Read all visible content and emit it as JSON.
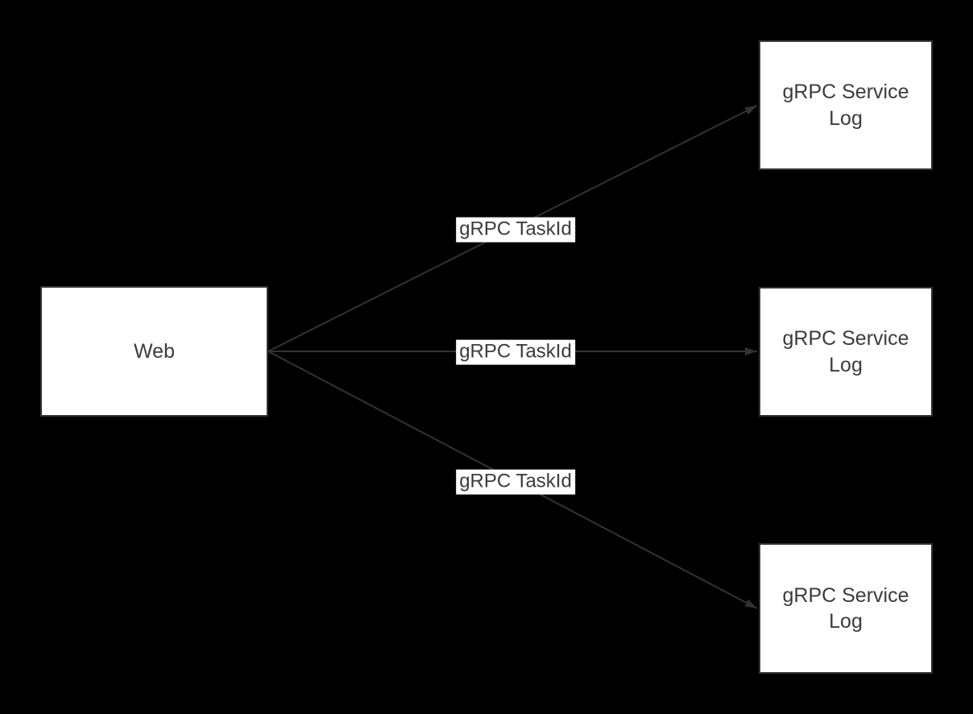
{
  "diagram": {
    "colors": {
      "background": "#000000",
      "node_fill": "#ffffff",
      "stroke": "#333333",
      "text": "#3c3c3c"
    },
    "nodes": {
      "web": {
        "label": "Web"
      },
      "service1": {
        "label": "gRPC Service Log"
      },
      "service2": {
        "label": "gRPC Service Log"
      },
      "service3": {
        "label": "gRPC Service Log"
      }
    },
    "edges": {
      "web_to_service1": {
        "label": "gRPC TaskId"
      },
      "web_to_service2": {
        "label": "gRPC TaskId"
      },
      "web_to_service3": {
        "label": "gRPC TaskId"
      }
    }
  }
}
